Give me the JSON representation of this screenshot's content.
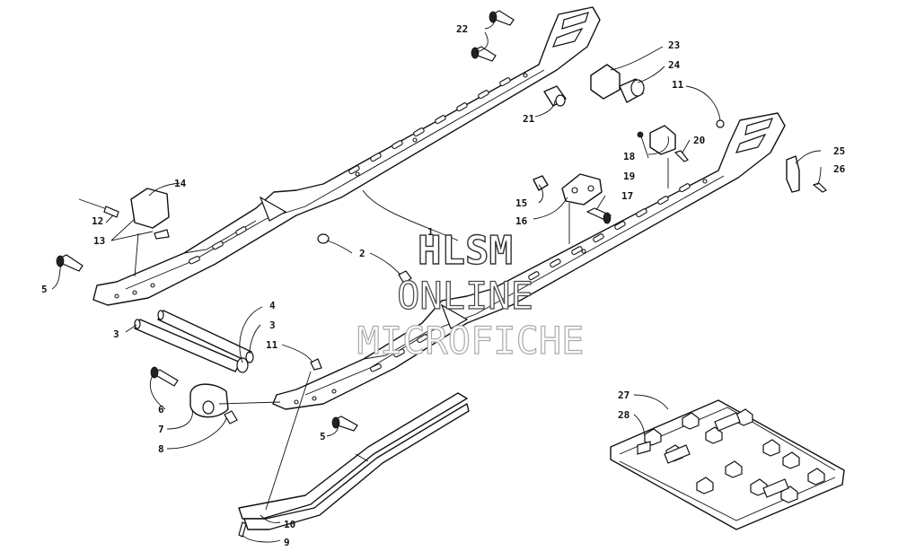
{
  "watermark": {
    "line1": "HLSM",
    "line2": "ONLINE",
    "line3": "MICROFICHE"
  },
  "callouts": [
    {
      "label": "1"
    },
    {
      "label": "2"
    },
    {
      "label": "3"
    },
    {
      "label": "3"
    },
    {
      "label": "4"
    },
    {
      "label": "5"
    },
    {
      "label": "5"
    },
    {
      "label": "6"
    },
    {
      "label": "7"
    },
    {
      "label": "8"
    },
    {
      "label": "9"
    },
    {
      "label": "10"
    },
    {
      "label": "11"
    },
    {
      "label": "11"
    },
    {
      "label": "12"
    },
    {
      "label": "13"
    },
    {
      "label": "14"
    },
    {
      "label": "15"
    },
    {
      "label": "16"
    },
    {
      "label": "17"
    },
    {
      "label": "18"
    },
    {
      "label": "19"
    },
    {
      "label": "20"
    },
    {
      "label": "21"
    },
    {
      "label": "22"
    },
    {
      "label": "23"
    },
    {
      "label": "24"
    },
    {
      "label": "25"
    },
    {
      "label": "26"
    },
    {
      "label": "27"
    },
    {
      "label": "28"
    }
  ]
}
